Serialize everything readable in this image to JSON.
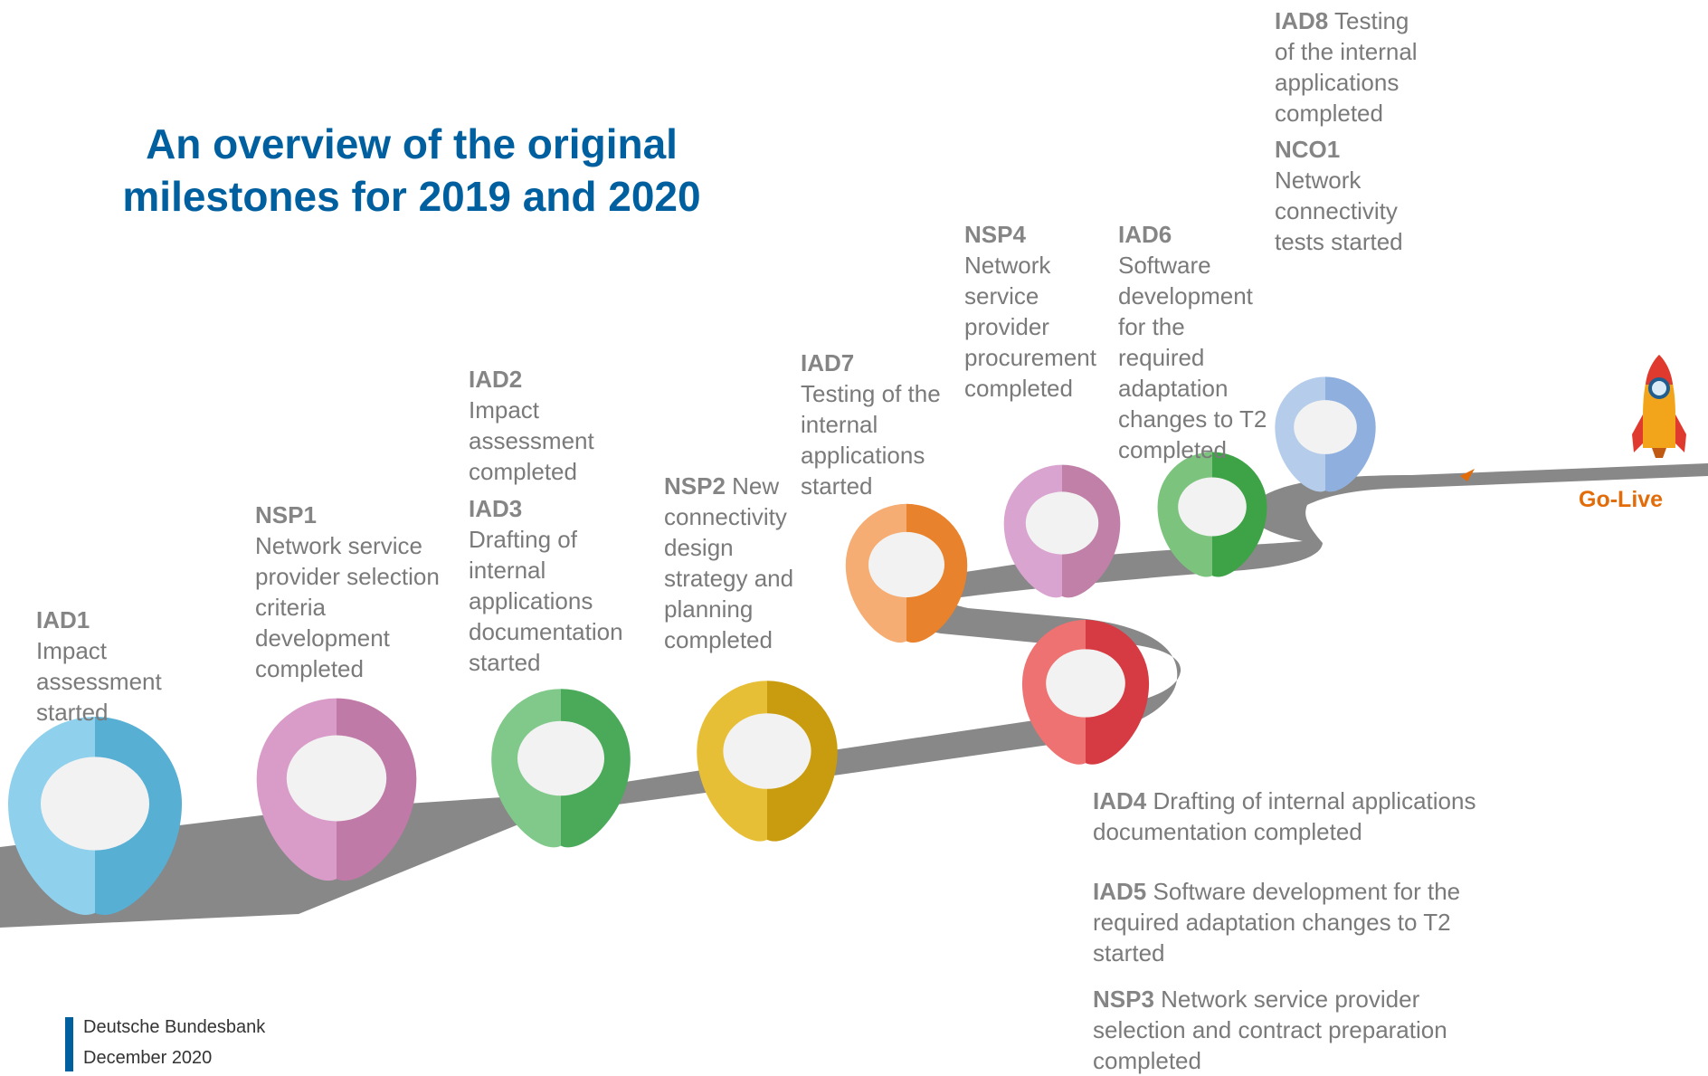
{
  "title": {
    "line1": "An overview of the original",
    "line2": "milestones for 2019 and 2020"
  },
  "milestones": [
    {
      "code": "IAD1",
      "text": "Impact assessment started",
      "color_left": "#8fd0ec",
      "color_right": "#57afd4"
    },
    {
      "code": "NSP1",
      "text": "Network service provider selection criteria development completed",
      "color_left": "#d99cc9",
      "color_right": "#c07aa7"
    },
    {
      "code": "IAD2",
      "text": "Impact assessment completed"
    },
    {
      "code": "IAD3",
      "text": "Drafting of internal applications documentation started",
      "color_left": "#80c98a",
      "color_right": "#4aaa5a"
    },
    {
      "code": "NSP2",
      "text": "New connectivity design strategy and planning completed",
      "color_left": "#e7bf37",
      "color_right": "#c99c10"
    },
    {
      "code": "IAD7",
      "text": "Testing of the internal applications started",
      "color_left": "#f5ad73",
      "color_right": "#e8822c"
    },
    {
      "code": "NSP4",
      "text": "Network service provider procurement completed",
      "color_left": "#d9a4d0",
      "color_right": "#c180a8"
    },
    {
      "code": "IAD6",
      "text": "Software development for the required adaptation changes to T2 completed",
      "color_left": "#7cc47e",
      "color_right": "#3ea347"
    },
    {
      "code": "IAD8",
      "text": "Testing of the internal applications completed"
    },
    {
      "code": "NCO1",
      "text": "Network connectivity tests started",
      "color_left": "#b5cdeb",
      "color_right": "#8fb0de"
    },
    {
      "code": "IAD4",
      "text": "Drafting of internal applications documentation completed",
      "color_left": "#ee7272",
      "color_right": "#d63a42"
    },
    {
      "code": "IAD5",
      "text": "Software development for the required adaptation changes to T2 started"
    },
    {
      "code": "NSP3",
      "text": "Network service provider selection and contract preparation completed"
    }
  ],
  "golive": "Go-Live",
  "road_color": "#888888",
  "title_color": "#00609f",
  "footer": {
    "org": "Deutsche Bundesbank",
    "date": "December 2020"
  }
}
